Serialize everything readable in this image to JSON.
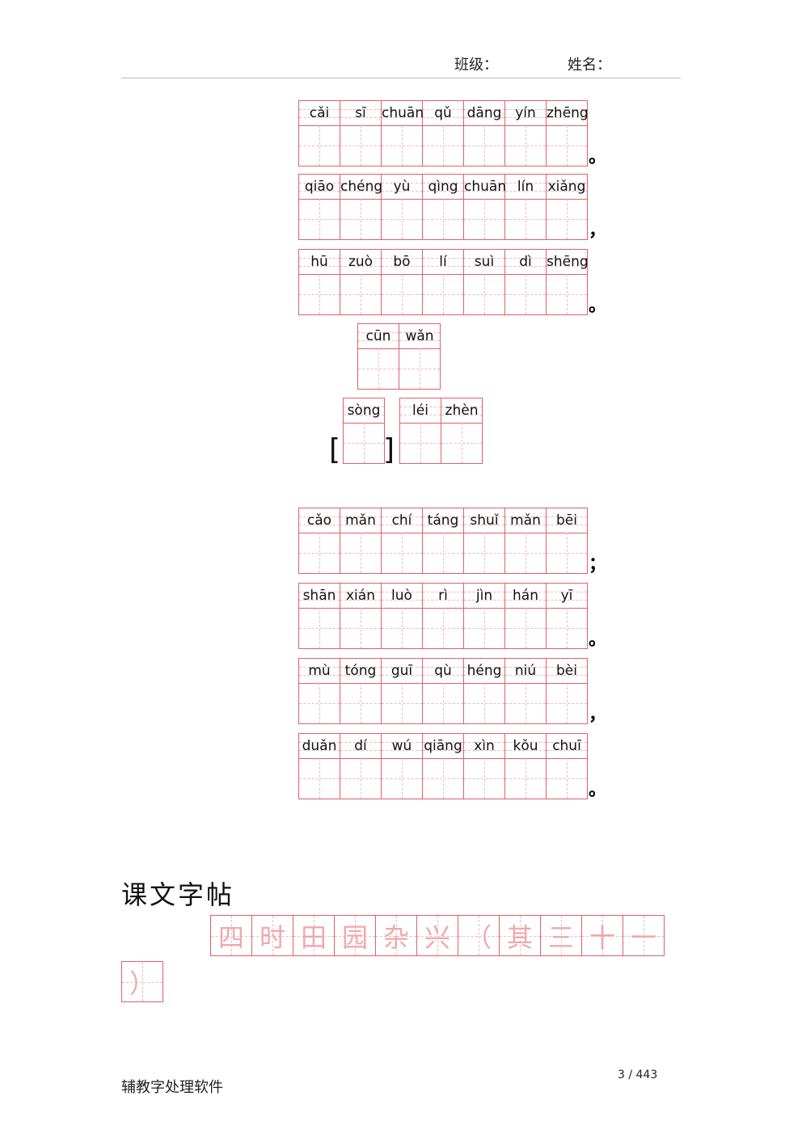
{
  "header": {
    "class_label": "班级：",
    "name_label": "姓名："
  },
  "rows": [
    {
      "pinyin": [
        "cǎi",
        "sī",
        "chuān",
        "qǔ",
        "dāng",
        "yín",
        "zhēng"
      ],
      "punct": "。"
    },
    {
      "pinyin": [
        "qiāo",
        "chéng",
        "yù",
        "qìng",
        "chuān",
        "lín",
        "xiǎng"
      ],
      "punct": "，"
    },
    {
      "pinyin": [
        "hū",
        "zuò",
        "bō",
        "lí",
        "suì",
        "dì",
        "shēng"
      ],
      "punct": "。"
    },
    {
      "pinyin": [
        "cǎo",
        "mǎn",
        "chí",
        "táng",
        "shuǐ",
        "mǎn",
        "bēi"
      ],
      "punct": "；"
    },
    {
      "pinyin": [
        "shān",
        "xián",
        "luò",
        "rì",
        "jìn",
        "hán",
        "yī"
      ],
      "punct": "。"
    },
    {
      "pinyin": [
        "mù",
        "tóng",
        "guī",
        "qù",
        "héng",
        "niú",
        "bèi"
      ],
      "punct": "，"
    },
    {
      "pinyin": [
        "duǎn",
        "dí",
        "wú",
        "qiāng",
        "xìn",
        "kǒu",
        "chuī"
      ],
      "punct": "。"
    }
  ],
  "title_block": {
    "line1": [
      "cūn",
      "wǎn"
    ],
    "line2_dynasty": [
      "sòng"
    ],
    "line2_author": [
      "léi",
      "zhèn"
    ],
    "bracket_open": "[",
    "bracket_close": "]"
  },
  "section_title": "课文字帖",
  "tracing": {
    "line1": [
      "四",
      "时",
      "田",
      "园",
      "杂",
      "兴",
      "（",
      "其",
      "三",
      "十",
      "一"
    ],
    "line2": [
      "）"
    ]
  },
  "footer": {
    "software": "辅教字处理软件",
    "page": "3 / 443"
  }
}
